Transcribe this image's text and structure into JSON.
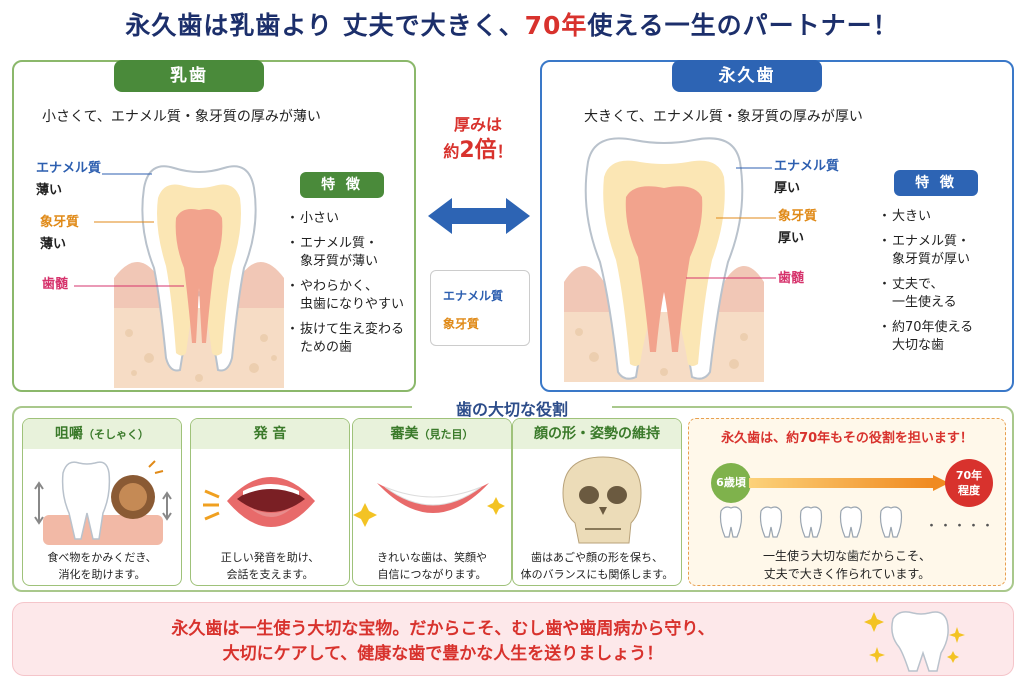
{
  "title": {
    "part1": "永久歯は乳歯より 丈夫で大きく、",
    "highlight": "70年",
    "part2": "使える一生のパートナー！"
  },
  "baby": {
    "tag": "乳歯",
    "desc": "小さくて、エナメル質・象牙質の厚みが薄い",
    "enamel": "エナメル質",
    "enamel_sub": "薄い",
    "dentin": "象牙質",
    "dentin_sub": "薄い",
    "pulp": "歯髄",
    "features_tag": "特 徴",
    "features": [
      "小さい",
      "エナメル質・\n象牙質が薄い",
      "やわらかく、\n虫歯になりやすい",
      "抜けて生え変わる\nための歯"
    ]
  },
  "perm": {
    "tag": "永久歯",
    "desc": "大きくて、エナメル質・象牙質の厚みが厚い",
    "enamel": "エナメル質",
    "enamel_sub": "厚い",
    "dentin": "象牙質",
    "dentin_sub": "厚い",
    "pulp": "歯髄",
    "features_tag": "特 徴",
    "features": [
      "大きい",
      "エナメル質・\n象牙質が厚い",
      "丈夫で、\n一生使える",
      "約70年使える\n大切な歯"
    ]
  },
  "middle": {
    "line1": "厚みは",
    "pre": "約",
    "big": "2倍",
    "post": "！",
    "legend_enamel": "エナメル質",
    "legend_dentin": "象牙質"
  },
  "roles": {
    "title": "歯の大切な役割",
    "cards": [
      {
        "title": "咀嚼",
        "sub": "（そしゃく）",
        "desc": "食べ物をかみくだき、\n消化を助けます。"
      },
      {
        "title": "発 音",
        "sub": "",
        "desc": "正しい発音を助け、\n会話を支えます。"
      },
      {
        "title": "審美",
        "sub": "（見た目）",
        "desc": "きれいな歯は、笑顔や\n自信につながります。"
      },
      {
        "title": "顔の形・姿勢の維持",
        "sub": "",
        "desc": "歯はあごや顔の形を保ち、\n体のバランスにも関係します。"
      }
    ],
    "life": {
      "title": "永久歯は、約70年もその役割を担います！",
      "start": "6歳頃",
      "end_line1": "70年",
      "end_line2": "程度",
      "dots": "・・・・・",
      "desc": "一生使う大切な歯だからこそ、\n丈夫で大きく作られています。"
    }
  },
  "bottom": {
    "line1": "永久歯は一生使う大切な宝物。だからこそ、むし歯や歯周病から守り、",
    "line2": "大切にケアして、健康な歯で豊かな人生を送りましょう！"
  },
  "colors": {
    "navy": "#1c2f6b",
    "red": "#d8322d",
    "green": "#4a8a3a",
    "blue": "#2d64b4",
    "enamel": "#2d5fb0",
    "dentin": "#e08a18",
    "pulp": "#d6336c"
  }
}
